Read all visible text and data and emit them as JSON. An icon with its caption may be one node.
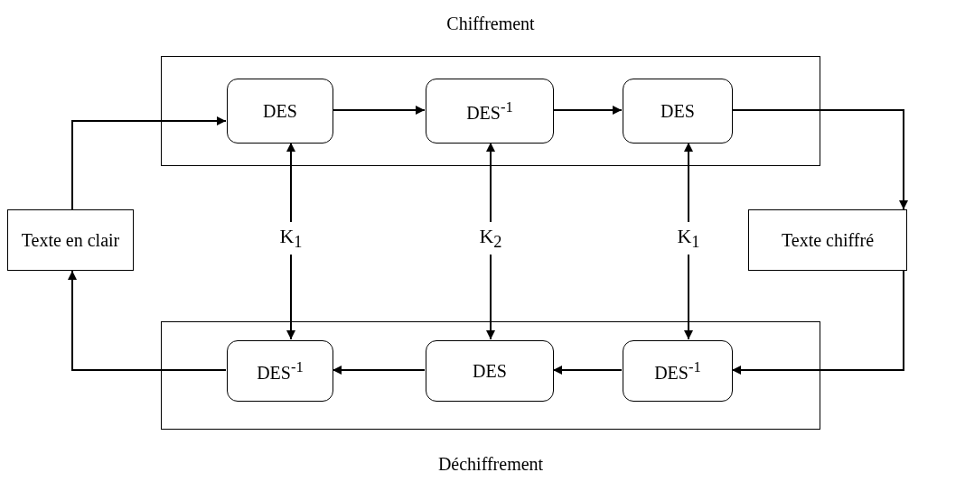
{
  "diagram": {
    "nodes": [
      {
        "text": [
          "Chiffrement"
        ]
      },
      {
        "text": [
          "DES"
        ],
        "in": 0
      },
      {
        "text": [
          "DES$^{-1}$"
        ],
        "in": 0
      },
      {
        "text": [
          "DES"
        ],
        "in": 0
      },
      {
        "text": [
          "Texte en clair"
        ]
      },
      {
        "text": [
          "K$_{1}$"
        ]
      },
      {
        "text": [
          "K$_{2}$"
        ]
      },
      {
        "text": [
          "K$_{1}$"
        ]
      },
      {
        "text": [
          "Texte chiffré"
        ]
      },
      {
        "text": [
          "Déchiffrement"
        ]
      },
      {
        "text": [
          "DES$^{-1}$"
        ],
        "in": 9
      },
      {
        "text": [
          "DES"
        ],
        "in": 9
      },
      {
        "text": [
          "DES$^{-1}$"
        ],
        "in": 9
      }
    ],
    "edges": [
      {
        "from": 4,
        "to": 1,
        "arrow": "to"
      },
      {
        "from": 1,
        "to": 2,
        "arrow": "to"
      },
      {
        "from": 2,
        "to": 3,
        "arrow": "to"
      },
      {
        "from": 3,
        "to": 8,
        "arrow": "to"
      },
      {
        "from": 5,
        "to": 1,
        "arrow": "to"
      },
      {
        "from": 5,
        "to": 10,
        "arrow": "to"
      },
      {
        "from": 6,
        "to": 2,
        "arrow": "to"
      },
      {
        "from": 6,
        "to": 11,
        "arrow": "to"
      },
      {
        "from": 7,
        "to": 3,
        "arrow": "to"
      },
      {
        "from": 7,
        "to": 12,
        "arrow": "to"
      },
      {
        "from": 8,
        "to": 12,
        "arrow": "to"
      },
      {
        "from": 12,
        "to": 11,
        "arrow": "to"
      },
      {
        "from": 11,
        "to": 10,
        "arrow": "to"
      },
      {
        "from": 10,
        "to": 4,
        "arrow": "to"
      }
    ]
  }
}
